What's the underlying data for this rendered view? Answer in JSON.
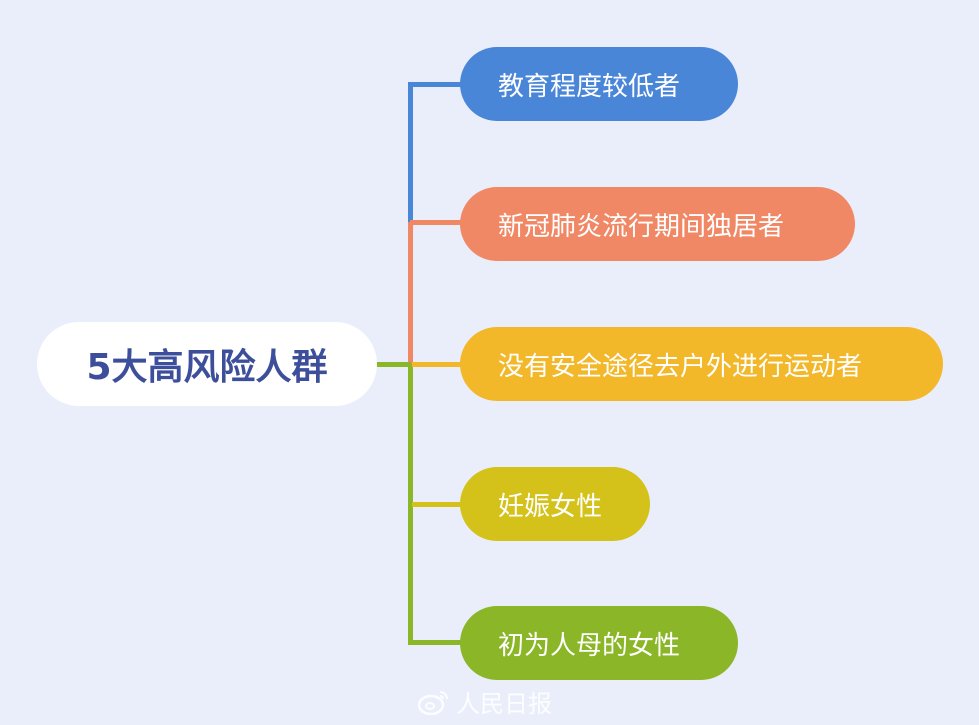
{
  "center": {
    "label": "5大高风险人群"
  },
  "branches": [
    {
      "label": "教育程度较低者",
      "color": "#4a86d8"
    },
    {
      "label": "新冠肺炎流行期间独居者",
      "color": "#f08866"
    },
    {
      "label": "没有安全途径去户外进行运动者",
      "color": "#f2b82a"
    },
    {
      "label": "妊娠女性",
      "color": "#d4c21a"
    },
    {
      "label": "初为人母的女性",
      "color": "#8ab628"
    }
  ],
  "watermark": {
    "text": "人民日报",
    "icon": "weibo-icon"
  }
}
